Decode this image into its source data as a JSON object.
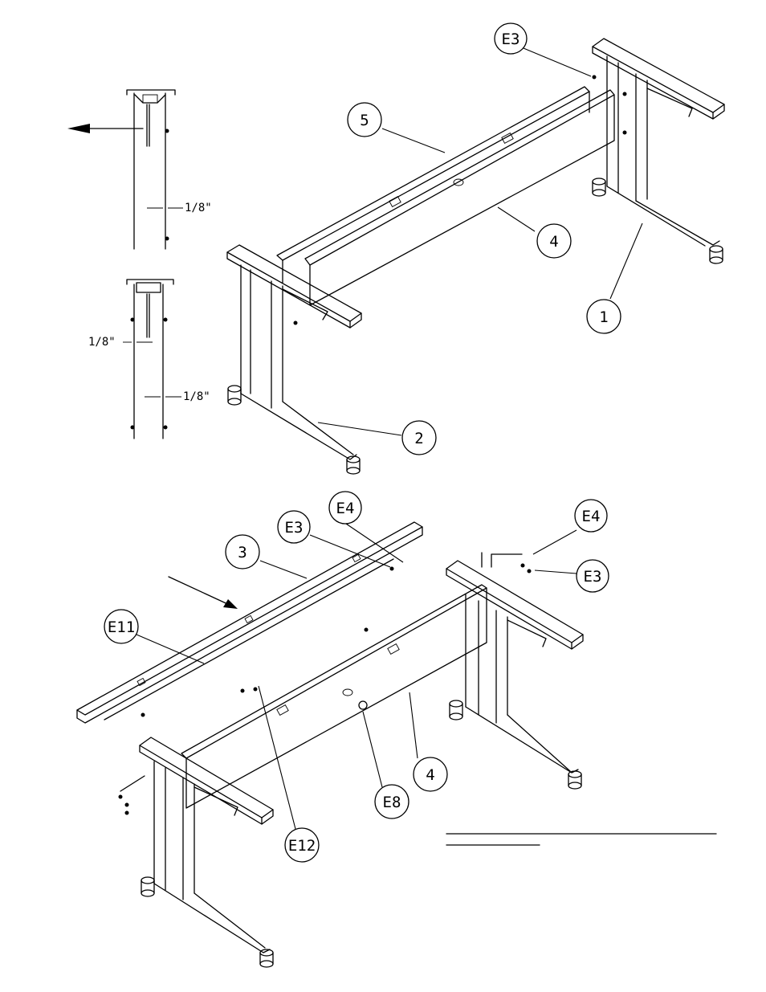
{
  "callouts": [
    {
      "id": "c-e3-top",
      "label": "E3"
    },
    {
      "id": "c-5",
      "label": "5"
    },
    {
      "id": "c-4-top",
      "label": "4"
    },
    {
      "id": "c-1",
      "label": "1"
    },
    {
      "id": "c-2",
      "label": "2"
    },
    {
      "id": "c-e4-mid",
      "label": "E4"
    },
    {
      "id": "c-e3-mid",
      "label": "E3"
    },
    {
      "id": "c-3",
      "label": "3"
    },
    {
      "id": "c-e4-right",
      "label": "E4"
    },
    {
      "id": "c-e3-right",
      "label": "E3"
    },
    {
      "id": "c-e11",
      "label": "E11"
    },
    {
      "id": "c-4-bottom",
      "label": "4"
    },
    {
      "id": "c-e8",
      "label": "E8"
    },
    {
      "id": "c-e12",
      "label": "E12"
    }
  ],
  "dimensions": [
    {
      "id": "dim-1",
      "label": "1/8\""
    },
    {
      "id": "dim-2",
      "label": "1/8\""
    },
    {
      "id": "dim-3",
      "label": "1/8\""
    }
  ]
}
